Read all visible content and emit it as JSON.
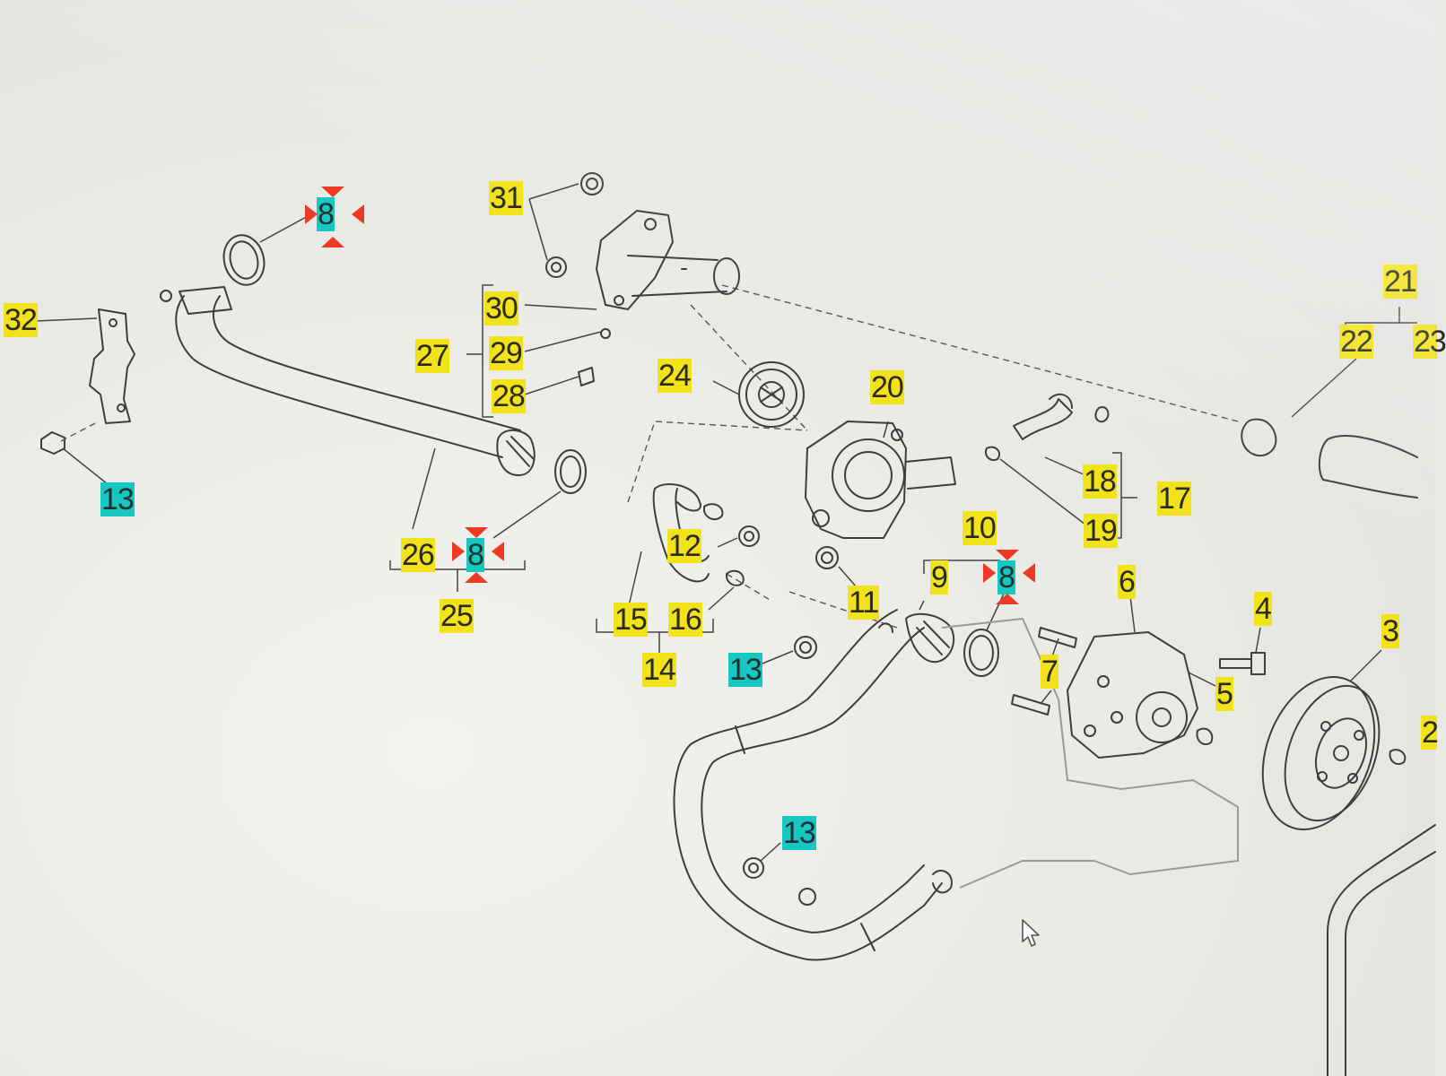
{
  "callouts": [
    {
      "id": "c31",
      "label": "31",
      "color": "#f2e21a"
    },
    {
      "id": "c8a",
      "label": "8",
      "color": "#16c7c2"
    },
    {
      "id": "c32",
      "label": "32",
      "color": "#f2e21a"
    },
    {
      "id": "c30",
      "label": "30",
      "color": "#f2e21a"
    },
    {
      "id": "c27",
      "label": "27",
      "color": "#f2e21a"
    },
    {
      "id": "c29",
      "label": "29",
      "color": "#f2e21a"
    },
    {
      "id": "c28",
      "label": "28",
      "color": "#f2e21a"
    },
    {
      "id": "c24",
      "label": "24",
      "color": "#f2e21a"
    },
    {
      "id": "c20",
      "label": "20",
      "color": "#f2e21a"
    },
    {
      "id": "c21",
      "label": "21",
      "color": "#f2e21a"
    },
    {
      "id": "c22",
      "label": "22",
      "color": "#f2e21a"
    },
    {
      "id": "c23",
      "label": "23",
      "color": "#f2e21a"
    },
    {
      "id": "c18",
      "label": "18",
      "color": "#f2e21a"
    },
    {
      "id": "c17",
      "label": "17",
      "color": "#f2e21a"
    },
    {
      "id": "c19",
      "label": "19",
      "color": "#f2e21a"
    },
    {
      "id": "c13a",
      "label": "13",
      "color": "#16c7c2"
    },
    {
      "id": "c26",
      "label": "26",
      "color": "#f2e21a"
    },
    {
      "id": "c8b",
      "label": "8",
      "color": "#16c7c2"
    },
    {
      "id": "c25",
      "label": "25",
      "color": "#f2e21a"
    },
    {
      "id": "c12",
      "label": "12",
      "color": "#f2e21a"
    },
    {
      "id": "c11",
      "label": "11",
      "color": "#f2e21a"
    },
    {
      "id": "c10",
      "label": "10",
      "color": "#f2e21a"
    },
    {
      "id": "c9",
      "label": "9",
      "color": "#f2e21a"
    },
    {
      "id": "c8c",
      "label": "8",
      "color": "#16c7c2"
    },
    {
      "id": "c6",
      "label": "6",
      "color": "#f2e21a"
    },
    {
      "id": "c4",
      "label": "4",
      "color": "#f2e21a"
    },
    {
      "id": "c3",
      "label": "3",
      "color": "#f2e21a"
    },
    {
      "id": "c15",
      "label": "15",
      "color": "#f2e21a"
    },
    {
      "id": "c16",
      "label": "16",
      "color": "#f2e21a"
    },
    {
      "id": "c14",
      "label": "14",
      "color": "#f2e21a"
    },
    {
      "id": "c13b",
      "label": "13",
      "color": "#16c7c2"
    },
    {
      "id": "c7",
      "label": "7",
      "color": "#f2e21a"
    },
    {
      "id": "c5",
      "label": "5",
      "color": "#f2e21a"
    },
    {
      "id": "c2",
      "label": "2",
      "color": "#f2e21a"
    },
    {
      "id": "c13c",
      "label": "13",
      "color": "#16c7c2"
    }
  ],
  "warning_flag_color": "#ee3a25",
  "icons": [
    "o-ring-warning-icon",
    "mouse-pointer-icon"
  ]
}
